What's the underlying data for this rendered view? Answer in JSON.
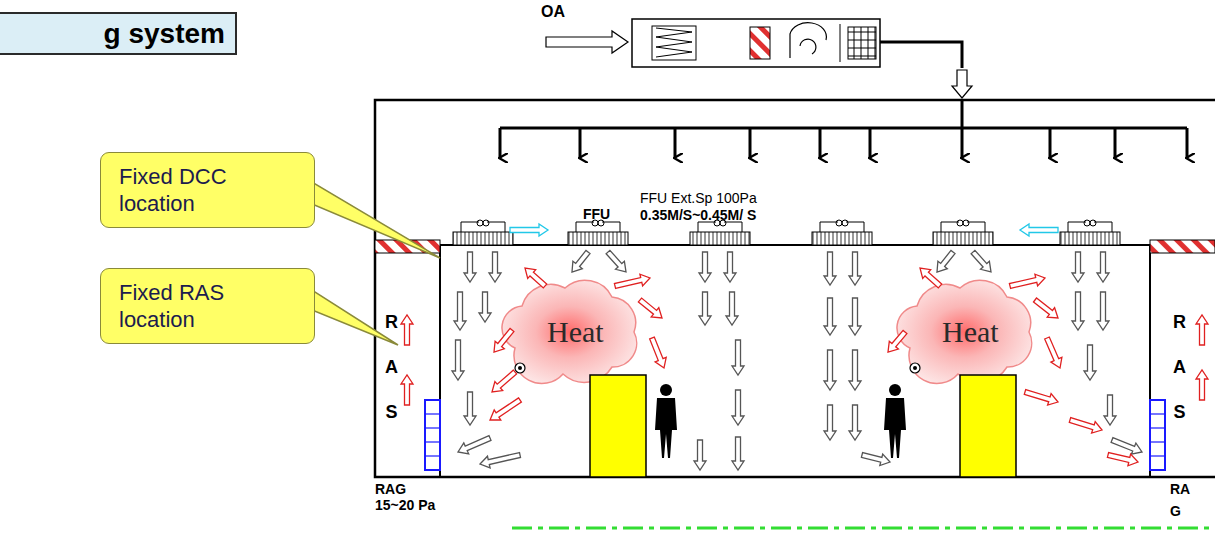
{
  "diagram": {
    "nodes": [
      {
        "text": [
          "g system"
        ]
      },
      {
        "text": [
          "Fixed DCC location"
        ]
      },
      {
        "text": [
          "Fixed RAS location"
        ]
      }
    ],
    "labels": [
      "OA",
      "FFU Ext.Sp 100Pa",
      "FFU",
      "0.35M/S~0.45M/ S",
      "R A S",
      "R A S",
      "Heat",
      "Heat",
      "RAG",
      "15~20 Pa",
      "RA G"
    ]
  }
}
